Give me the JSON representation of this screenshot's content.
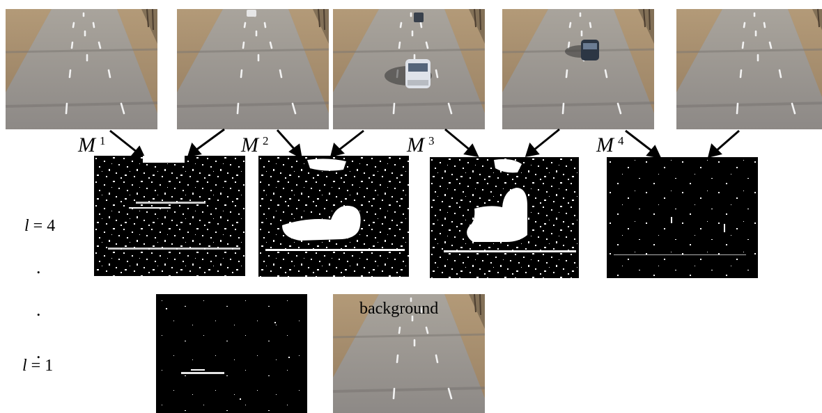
{
  "frames_count": 5,
  "motion_masks": [
    {
      "label": "M",
      "sup": "1"
    },
    {
      "label": "M",
      "sup": "2"
    },
    {
      "label": "M",
      "sup": "3"
    },
    {
      "label": "M",
      "sup": "4"
    }
  ],
  "level_labels": {
    "top": {
      "var": "l",
      "eq": " = 4"
    },
    "bottom": {
      "var": "l",
      "eq": " = 1"
    },
    "ellipsis": [
      ".",
      " .",
      "."
    ]
  },
  "background_label": "background",
  "colors": {
    "road": "#8f8a86",
    "shoulder": "#a88e6a",
    "mask_fg": "#ffffff",
    "mask_bg": "#000000",
    "arrow": "#000000"
  }
}
